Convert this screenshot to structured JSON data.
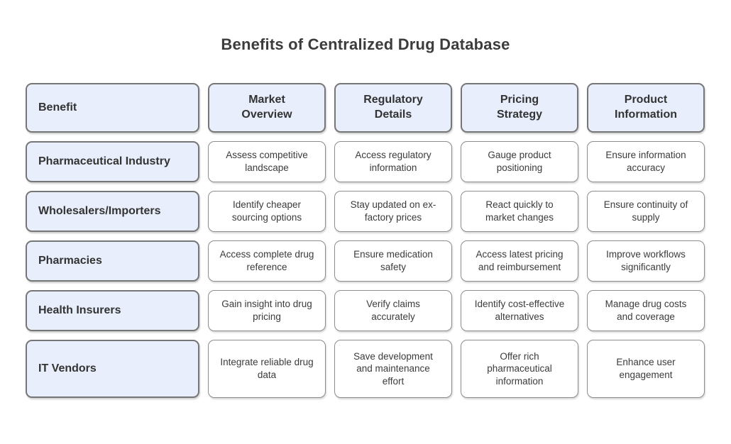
{
  "title": "Benefits of Centralized Drug Database",
  "colors": {
    "header_fill": "#e8eefc",
    "header_border": "#767676",
    "cell_border": "#8d8d8d",
    "text_dark": "#333333",
    "background": "#ffffff"
  },
  "table": {
    "columns": [
      "Benefit",
      "Market Overview",
      "Regulatory Details",
      "Pricing Strategy",
      "Product Information"
    ],
    "rows": [
      {
        "label": "Pharmaceutical Industry",
        "cells": [
          "Assess competitive landscape",
          "Access regulatory information",
          "Gauge product positioning",
          "Ensure information accuracy"
        ]
      },
      {
        "label": "Wholesalers/Importers",
        "cells": [
          "Identify cheaper sourcing options",
          "Stay updated on ex-factory prices",
          "React quickly to market changes",
          "Ensure continuity of supply"
        ]
      },
      {
        "label": "Pharmacies",
        "cells": [
          "Access complete drug reference",
          "Ensure medication safety",
          "Access latest pricing and reimbursement",
          "Improve workflows significantly"
        ]
      },
      {
        "label": "Health Insurers",
        "cells": [
          "Gain insight into drug pricing",
          "Verify claims accurately",
          "Identify cost-effective alternatives",
          "Manage drug costs and coverage"
        ]
      },
      {
        "label": "IT Vendors",
        "cells": [
          "Integrate reliable drug data",
          "Save development and maintenance effort",
          "Offer rich pharmaceutical information",
          "Enhance user engagement"
        ]
      }
    ]
  }
}
